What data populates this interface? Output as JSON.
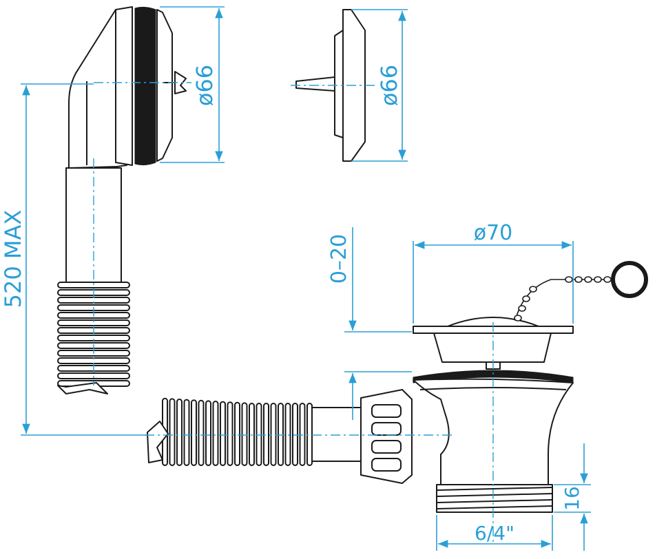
{
  "colors": {
    "dimension": "#2a9fd6",
    "outline": "#1a1a1a",
    "background": "#ffffff"
  },
  "dimensions": {
    "overflow_head_diameter": "ø66",
    "plug_diameter": "ø66",
    "overall_length": "520 MAX",
    "adjustment_range": "0–20",
    "sink_flange_diameter": "ø70",
    "thread_height": "16",
    "thread_size": "6/4\""
  }
}
